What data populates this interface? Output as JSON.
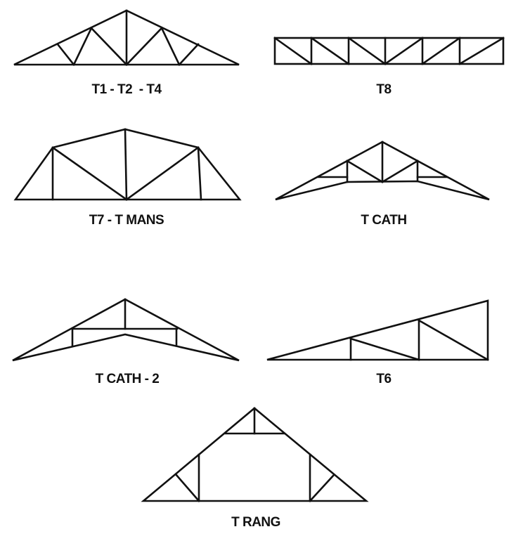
{
  "labels": {
    "t1": "T1 - T2  - T4",
    "t8": "T8",
    "t7": "T7 - T MANS",
    "tcath": "T CATH",
    "tcath2": "T CATH - 2",
    "t6": "T6",
    "trang": "T RANG"
  },
  "colors": {
    "stroke": "#111111",
    "background": "#ffffff"
  }
}
